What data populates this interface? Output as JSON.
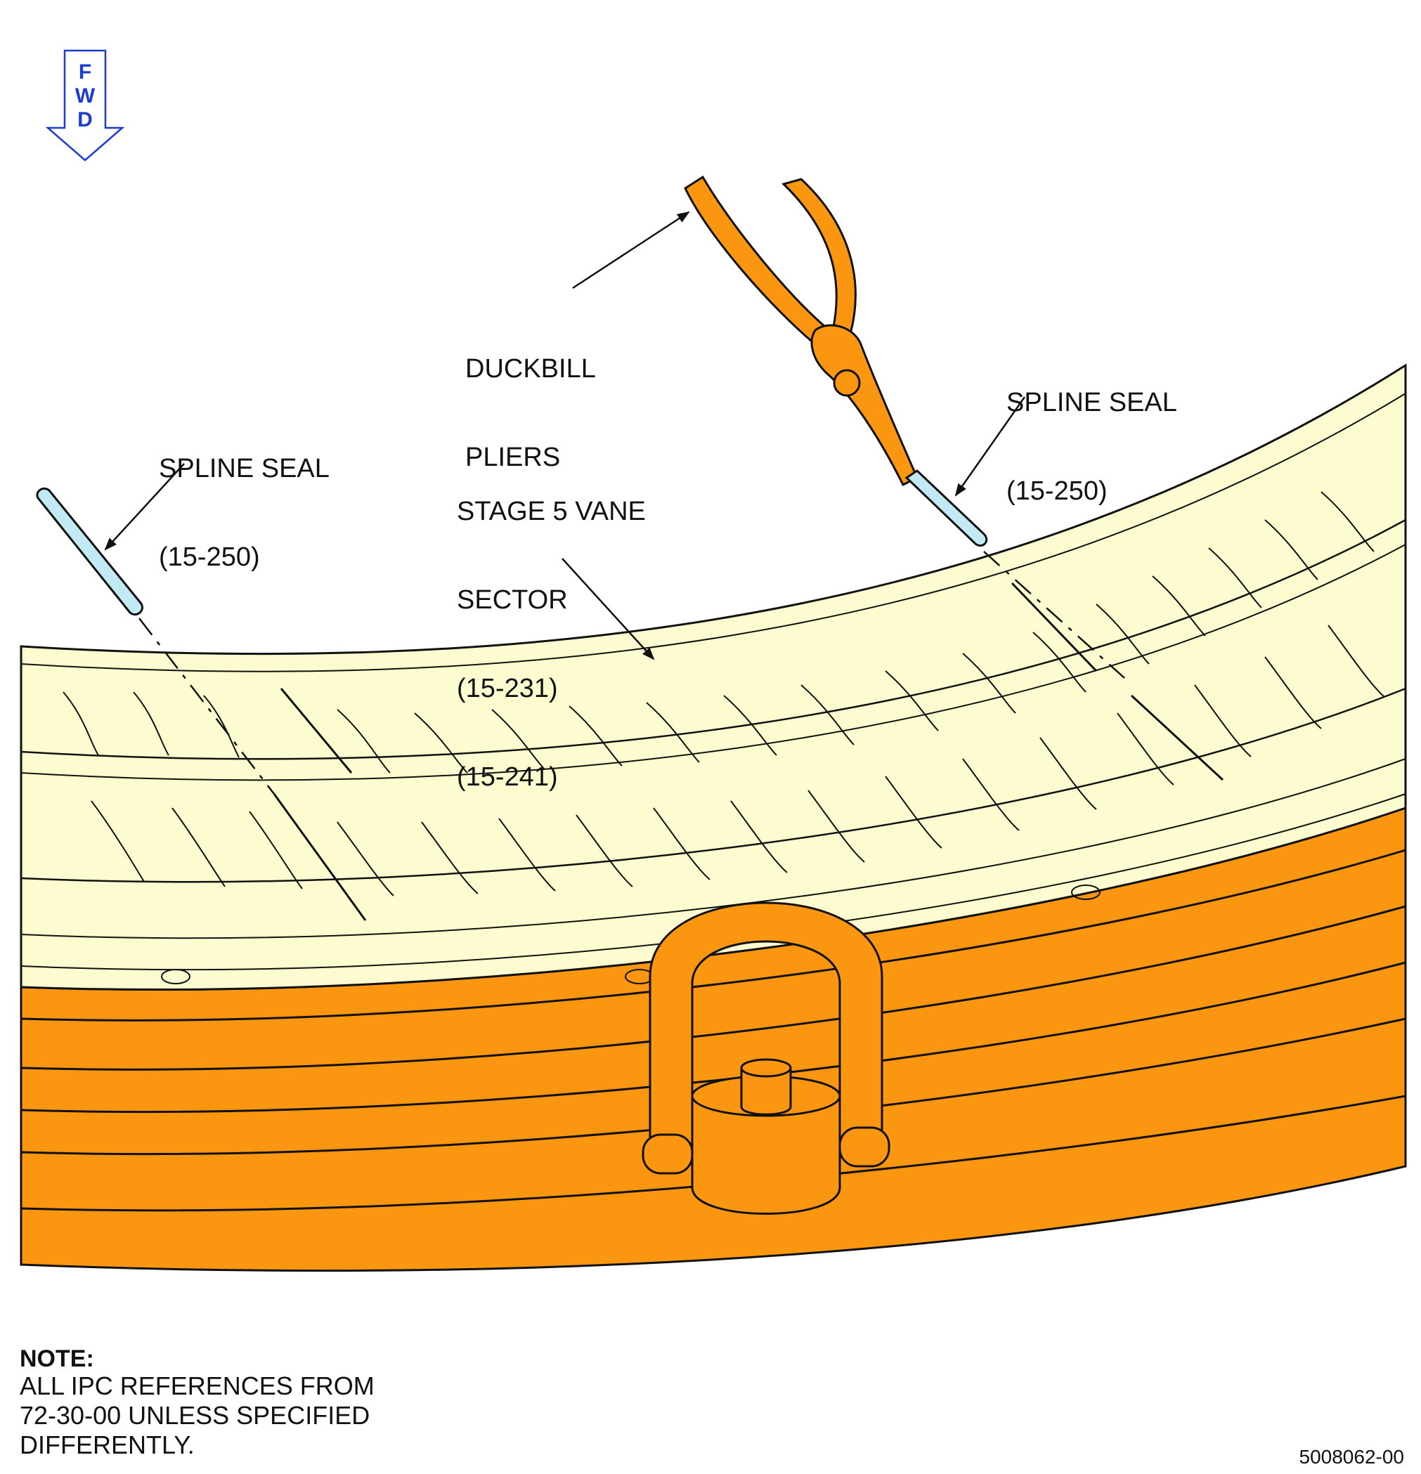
{
  "direction_arrow": {
    "letters": [
      "F",
      "W",
      "D"
    ],
    "color": "#1a3ccf"
  },
  "labels": {
    "duckbill_pliers": {
      "line1": "DUCKBILL",
      "line2": "PLIERS"
    },
    "spline_seal_left": {
      "line1": "SPLINE SEAL",
      "line2": "(15-250)"
    },
    "spline_seal_right": {
      "line1": "SPLINE SEAL",
      "line2": "(15-250)"
    },
    "vane_sector": {
      "line1": "STAGE 5 VANE",
      "line2": "SECTOR",
      "line3": "(15-231)",
      "line4": "(15-241)"
    }
  },
  "note": {
    "title": "NOTE:",
    "lines": [
      "ALL IPC REFERENCES FROM",
      "72-30-00 UNLESS SPECIFIED",
      "DIFFERENTLY."
    ]
  },
  "figure_number": "5008062-00",
  "colors": {
    "vane_sector": "#fdfcd0",
    "fixture": "#fb9610",
    "spline_seal": "#c2eaf5",
    "outline": "#111111"
  }
}
